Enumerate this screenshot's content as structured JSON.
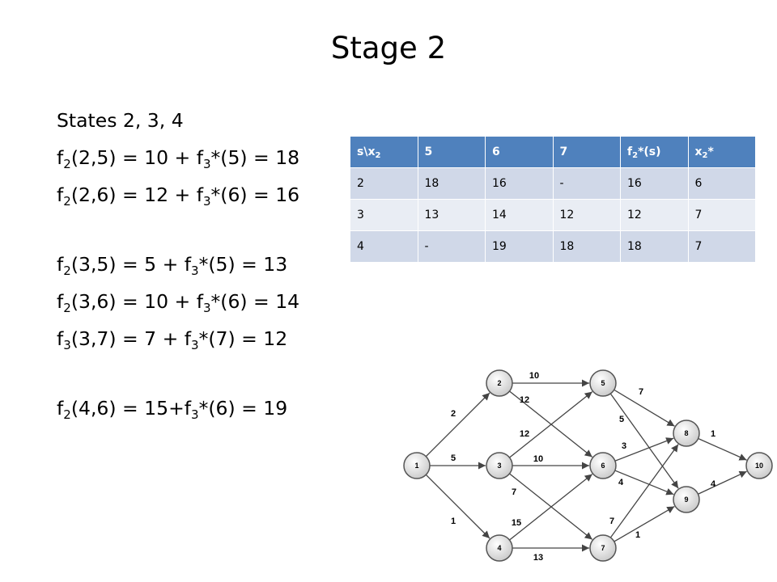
{
  "title": "Stage 2",
  "states_line": "States 2, 3, 4",
  "equations": [
    {
      "f": "f",
      "fsub": "2",
      "args": "(2,5) = 10 + f",
      "gsub": "3",
      "tail": "*(5) = 18"
    },
    {
      "f": "f",
      "fsub": "2",
      "args": "(2,6) = 12 + f",
      "gsub": "3",
      "tail": "*(6) = 16"
    },
    {
      "f": "f",
      "fsub": "2",
      "args": "(3,5) = 5 + f",
      "gsub": "3",
      "tail": "*(5) = 13"
    },
    {
      "f": "f",
      "fsub": "2",
      "args": "(3,6) = 10 + f",
      "gsub": "3",
      "tail": "*(6) = 14"
    },
    {
      "f": "f",
      "fsub": "3",
      "args": "(3,7) = 7 + f",
      "gsub": "3",
      "tail": "*(7) = 12"
    },
    {
      "f": "f",
      "fsub": "2",
      "args": "(4,6) = 15+f",
      "gsub": "3",
      "tail": "*(6) = 19"
    }
  ],
  "table": {
    "headers": [
      {
        "main": "s\\x",
        "sub": "2",
        "post": ""
      },
      {
        "main": "5",
        "sub": "",
        "post": ""
      },
      {
        "main": "6",
        "sub": "",
        "post": ""
      },
      {
        "main": "7",
        "sub": "",
        "post": ""
      },
      {
        "main": "f",
        "sub": "2",
        "post": "*(s)"
      },
      {
        "main": "x",
        "sub": "2",
        "post": "*"
      }
    ],
    "rows": [
      [
        "2",
        "18",
        "16",
        "-",
        "16",
        "6"
      ],
      [
        "3",
        "13",
        "14",
        "12",
        "12",
        "7"
      ],
      [
        "4",
        "-",
        "19",
        "18",
        "18",
        "7"
      ]
    ]
  },
  "network": {
    "nodes": [
      {
        "id": "1",
        "label": "1"
      },
      {
        "id": "2",
        "label": "2"
      },
      {
        "id": "3",
        "label": "3"
      },
      {
        "id": "4",
        "label": "4"
      },
      {
        "id": "5",
        "label": "5"
      },
      {
        "id": "6",
        "label": "6"
      },
      {
        "id": "7",
        "label": "7"
      },
      {
        "id": "8",
        "label": "8"
      },
      {
        "id": "9",
        "label": "9"
      },
      {
        "id": "10",
        "label": "10"
      }
    ],
    "edges": [
      {
        "from": "1",
        "to": "2",
        "weight": "2"
      },
      {
        "from": "1",
        "to": "3",
        "weight": "5"
      },
      {
        "from": "1",
        "to": "4",
        "weight": "1"
      },
      {
        "from": "2",
        "to": "5",
        "weight": "10"
      },
      {
        "from": "2",
        "to": "6",
        "weight": "12"
      },
      {
        "from": "3",
        "to": "5",
        "weight": "12"
      },
      {
        "from": "3",
        "to": "6",
        "weight": "10"
      },
      {
        "from": "3",
        "to": "7",
        "weight": "7"
      },
      {
        "from": "4",
        "to": "6",
        "weight": "15"
      },
      {
        "from": "4",
        "to": "7",
        "weight": "13"
      },
      {
        "from": "5",
        "to": "8",
        "weight": "7"
      },
      {
        "from": "5",
        "to": "9",
        "weight": "5"
      },
      {
        "from": "6",
        "to": "8",
        "weight": "3"
      },
      {
        "from": "6",
        "to": "9",
        "weight": "4"
      },
      {
        "from": "7",
        "to": "8",
        "weight": "7"
      },
      {
        "from": "7",
        "to": "9",
        "weight": "1"
      },
      {
        "from": "8",
        "to": "10",
        "weight": "1"
      },
      {
        "from": "9",
        "to": "10",
        "weight": "4"
      }
    ]
  }
}
